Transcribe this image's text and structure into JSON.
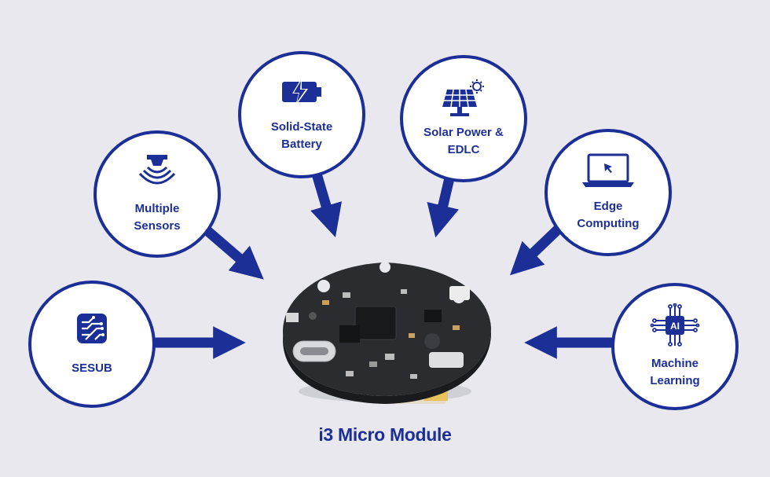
{
  "colors": {
    "primary": "#1c2f96",
    "background": "#e8e8ee",
    "board": "#2a2c30"
  },
  "nodes": [
    {
      "label": "SESUB",
      "icon": "circuit-chip-icon"
    },
    {
      "label": "Multiple\nSensors",
      "icon": "sensor-signal-icon"
    },
    {
      "label": "Solid-State\nBattery",
      "icon": "battery-bolt-icon"
    },
    {
      "label": "Solar Power &\nEDLC",
      "icon": "solar-panel-icon"
    },
    {
      "label": "Edge\nComputing",
      "icon": "laptop-cursor-icon"
    },
    {
      "label": "Machine\nLearning",
      "icon": "ai-chip-icon"
    }
  ],
  "center": {
    "caption": "i3 Micro Module"
  }
}
